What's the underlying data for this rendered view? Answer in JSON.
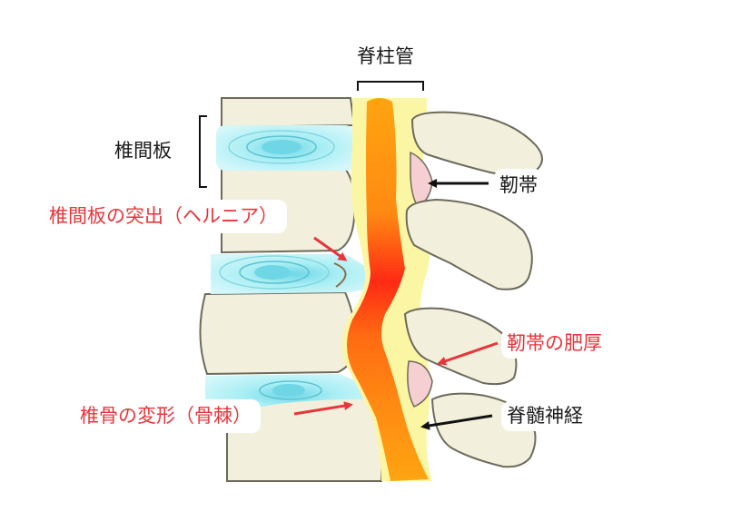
{
  "labels": {
    "spinal_canal": "脊柱管",
    "disc": "椎間板",
    "herniation": "椎間板の突出（ヘルニア）",
    "ligament": "靭帯",
    "ligament_thickening": "靭帯の肥厚",
    "bone_spur": "椎骨の変形（骨棘）",
    "spinal_nerve": "脊髄神経"
  },
  "colors": {
    "bone": "#f2f0dc",
    "bone_outline": "#6d6a5c",
    "disc": "#a8eef4",
    "disc_core": "#6fd6e6",
    "canal_fluid": "#fbf6a4",
    "ligament": "#f6cfd2",
    "nerve_outer": "#ffa411",
    "nerve_inner": "#ff2a14",
    "highlight_red": "#e8353b",
    "text": "#1a1a1a"
  }
}
